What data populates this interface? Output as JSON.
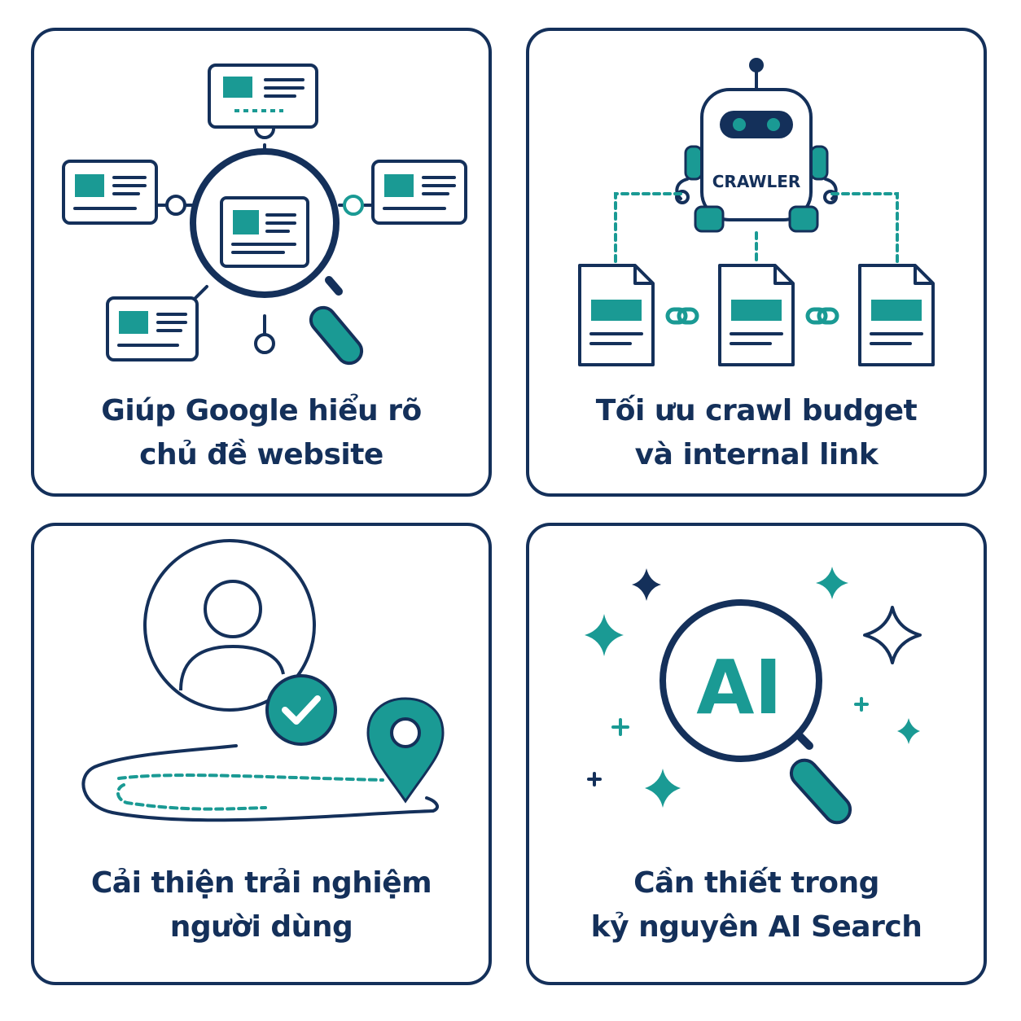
{
  "colors": {
    "navy": "#14305a",
    "teal": "#1a9a94"
  },
  "cards": [
    {
      "caption_lines": [
        "Giúp Google hiểu rõ",
        "chủ đề website"
      ],
      "icon": "magnifier-topic-network-icon"
    },
    {
      "caption_lines": [
        "Tối ưu crawl budget",
        "và internal link"
      ],
      "icon": "crawler-robot-icon",
      "robot_label": "CRAWLER"
    },
    {
      "caption_lines": [
        "Cải thiện trải nghiệm",
        "người dùng"
      ],
      "icon": "user-journey-icon"
    },
    {
      "caption_lines": [
        "Cần thiết trong",
        "kỷ nguyên AI Search"
      ],
      "icon": "ai-search-icon",
      "ai_label": "AI"
    }
  ]
}
